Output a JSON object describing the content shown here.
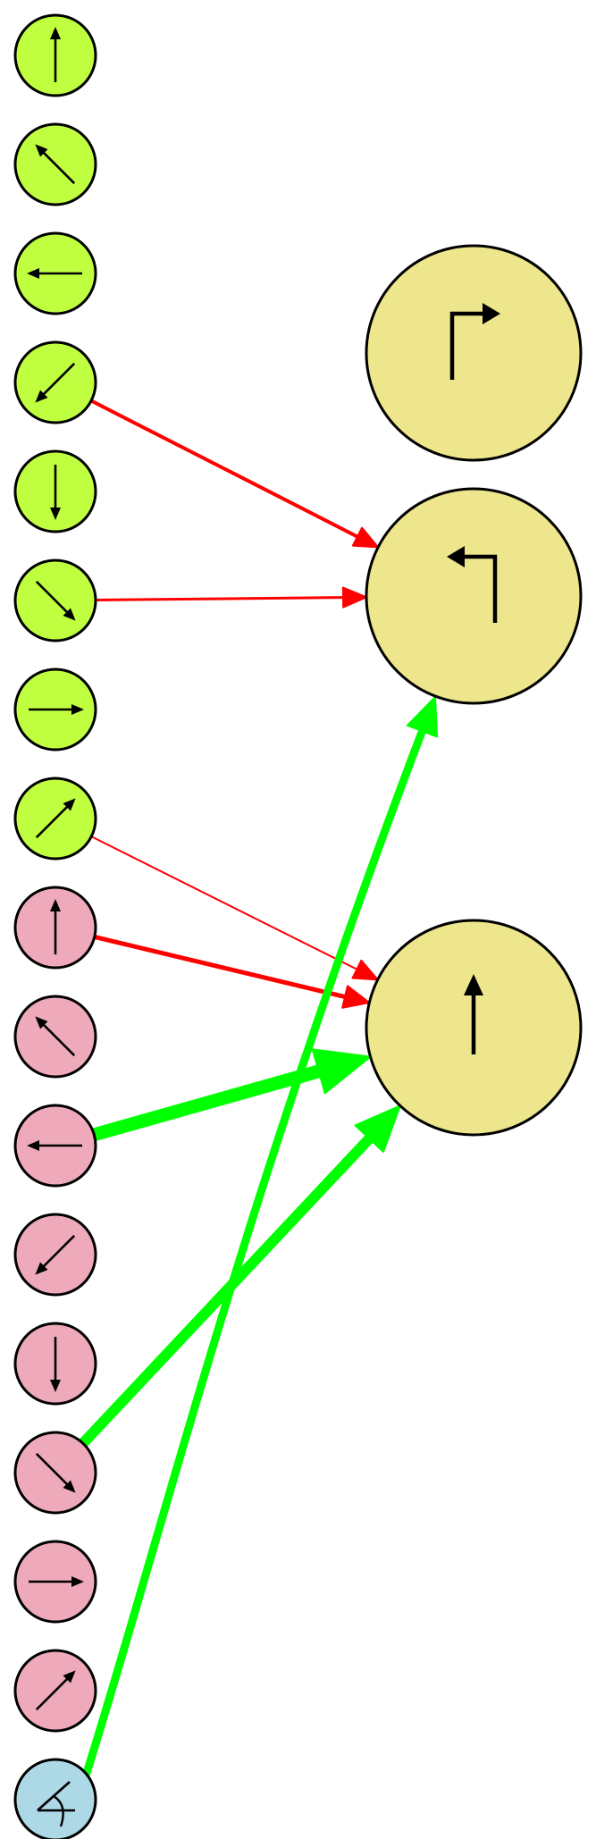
{
  "colors": {
    "green_node": "#bfff3f",
    "pink_node": "#eeaabb",
    "blue_node": "#add8e6",
    "yellow_node": "#eee68c",
    "inhibit_edge": "#ff0000",
    "excite_edge": "#00ff00",
    "stroke": "#000000"
  },
  "left_nodes": [
    {
      "group": "green",
      "icon": "arrow-up-icon",
      "angle": 0
    },
    {
      "group": "green",
      "icon": "arrow-up-left-icon",
      "angle": -45
    },
    {
      "group": "green",
      "icon": "arrow-left-icon",
      "angle": -90
    },
    {
      "group": "green",
      "icon": "arrow-down-left-icon",
      "angle": -135
    },
    {
      "group": "green",
      "icon": "arrow-down-icon",
      "angle": 180
    },
    {
      "group": "green",
      "icon": "arrow-down-right-icon",
      "angle": 135
    },
    {
      "group": "green",
      "icon": "arrow-right-icon",
      "angle": 90
    },
    {
      "group": "green",
      "icon": "arrow-up-right-icon",
      "angle": 45
    },
    {
      "group": "pink",
      "icon": "arrow-up-icon",
      "angle": 0
    },
    {
      "group": "pink",
      "icon": "arrow-up-left-icon",
      "angle": -45
    },
    {
      "group": "pink",
      "icon": "arrow-left-icon",
      "angle": -90
    },
    {
      "group": "pink",
      "icon": "arrow-down-left-icon",
      "angle": -135
    },
    {
      "group": "pink",
      "icon": "arrow-down-icon",
      "angle": 180
    },
    {
      "group": "pink",
      "icon": "arrow-down-right-icon",
      "angle": 135
    },
    {
      "group": "pink",
      "icon": "arrow-right-icon",
      "angle": 90
    },
    {
      "group": "pink",
      "icon": "arrow-up-right-icon",
      "angle": 45
    },
    {
      "group": "blue",
      "icon": "angle-icon",
      "angle": null
    }
  ],
  "right_nodes": [
    {
      "icon": "turn-right-icon"
    },
    {
      "icon": "turn-left-icon"
    },
    {
      "icon": "straight-ahead-icon"
    }
  ],
  "edges": [
    {
      "from": 3,
      "to": 1,
      "type": "inhibit",
      "weight": 4
    },
    {
      "from": 5,
      "to": 1,
      "type": "inhibit",
      "weight": 3
    },
    {
      "from": 7,
      "to": 2,
      "type": "inhibit",
      "weight": 2
    },
    {
      "from": 8,
      "to": 2,
      "type": "inhibit",
      "weight": 5
    },
    {
      "from": 10,
      "to": 2,
      "type": "excite",
      "weight": 15
    },
    {
      "from": 13,
      "to": 2,
      "type": "excite",
      "weight": 12
    },
    {
      "from": 16,
      "to": 1,
      "type": "excite",
      "weight": 9
    }
  ]
}
